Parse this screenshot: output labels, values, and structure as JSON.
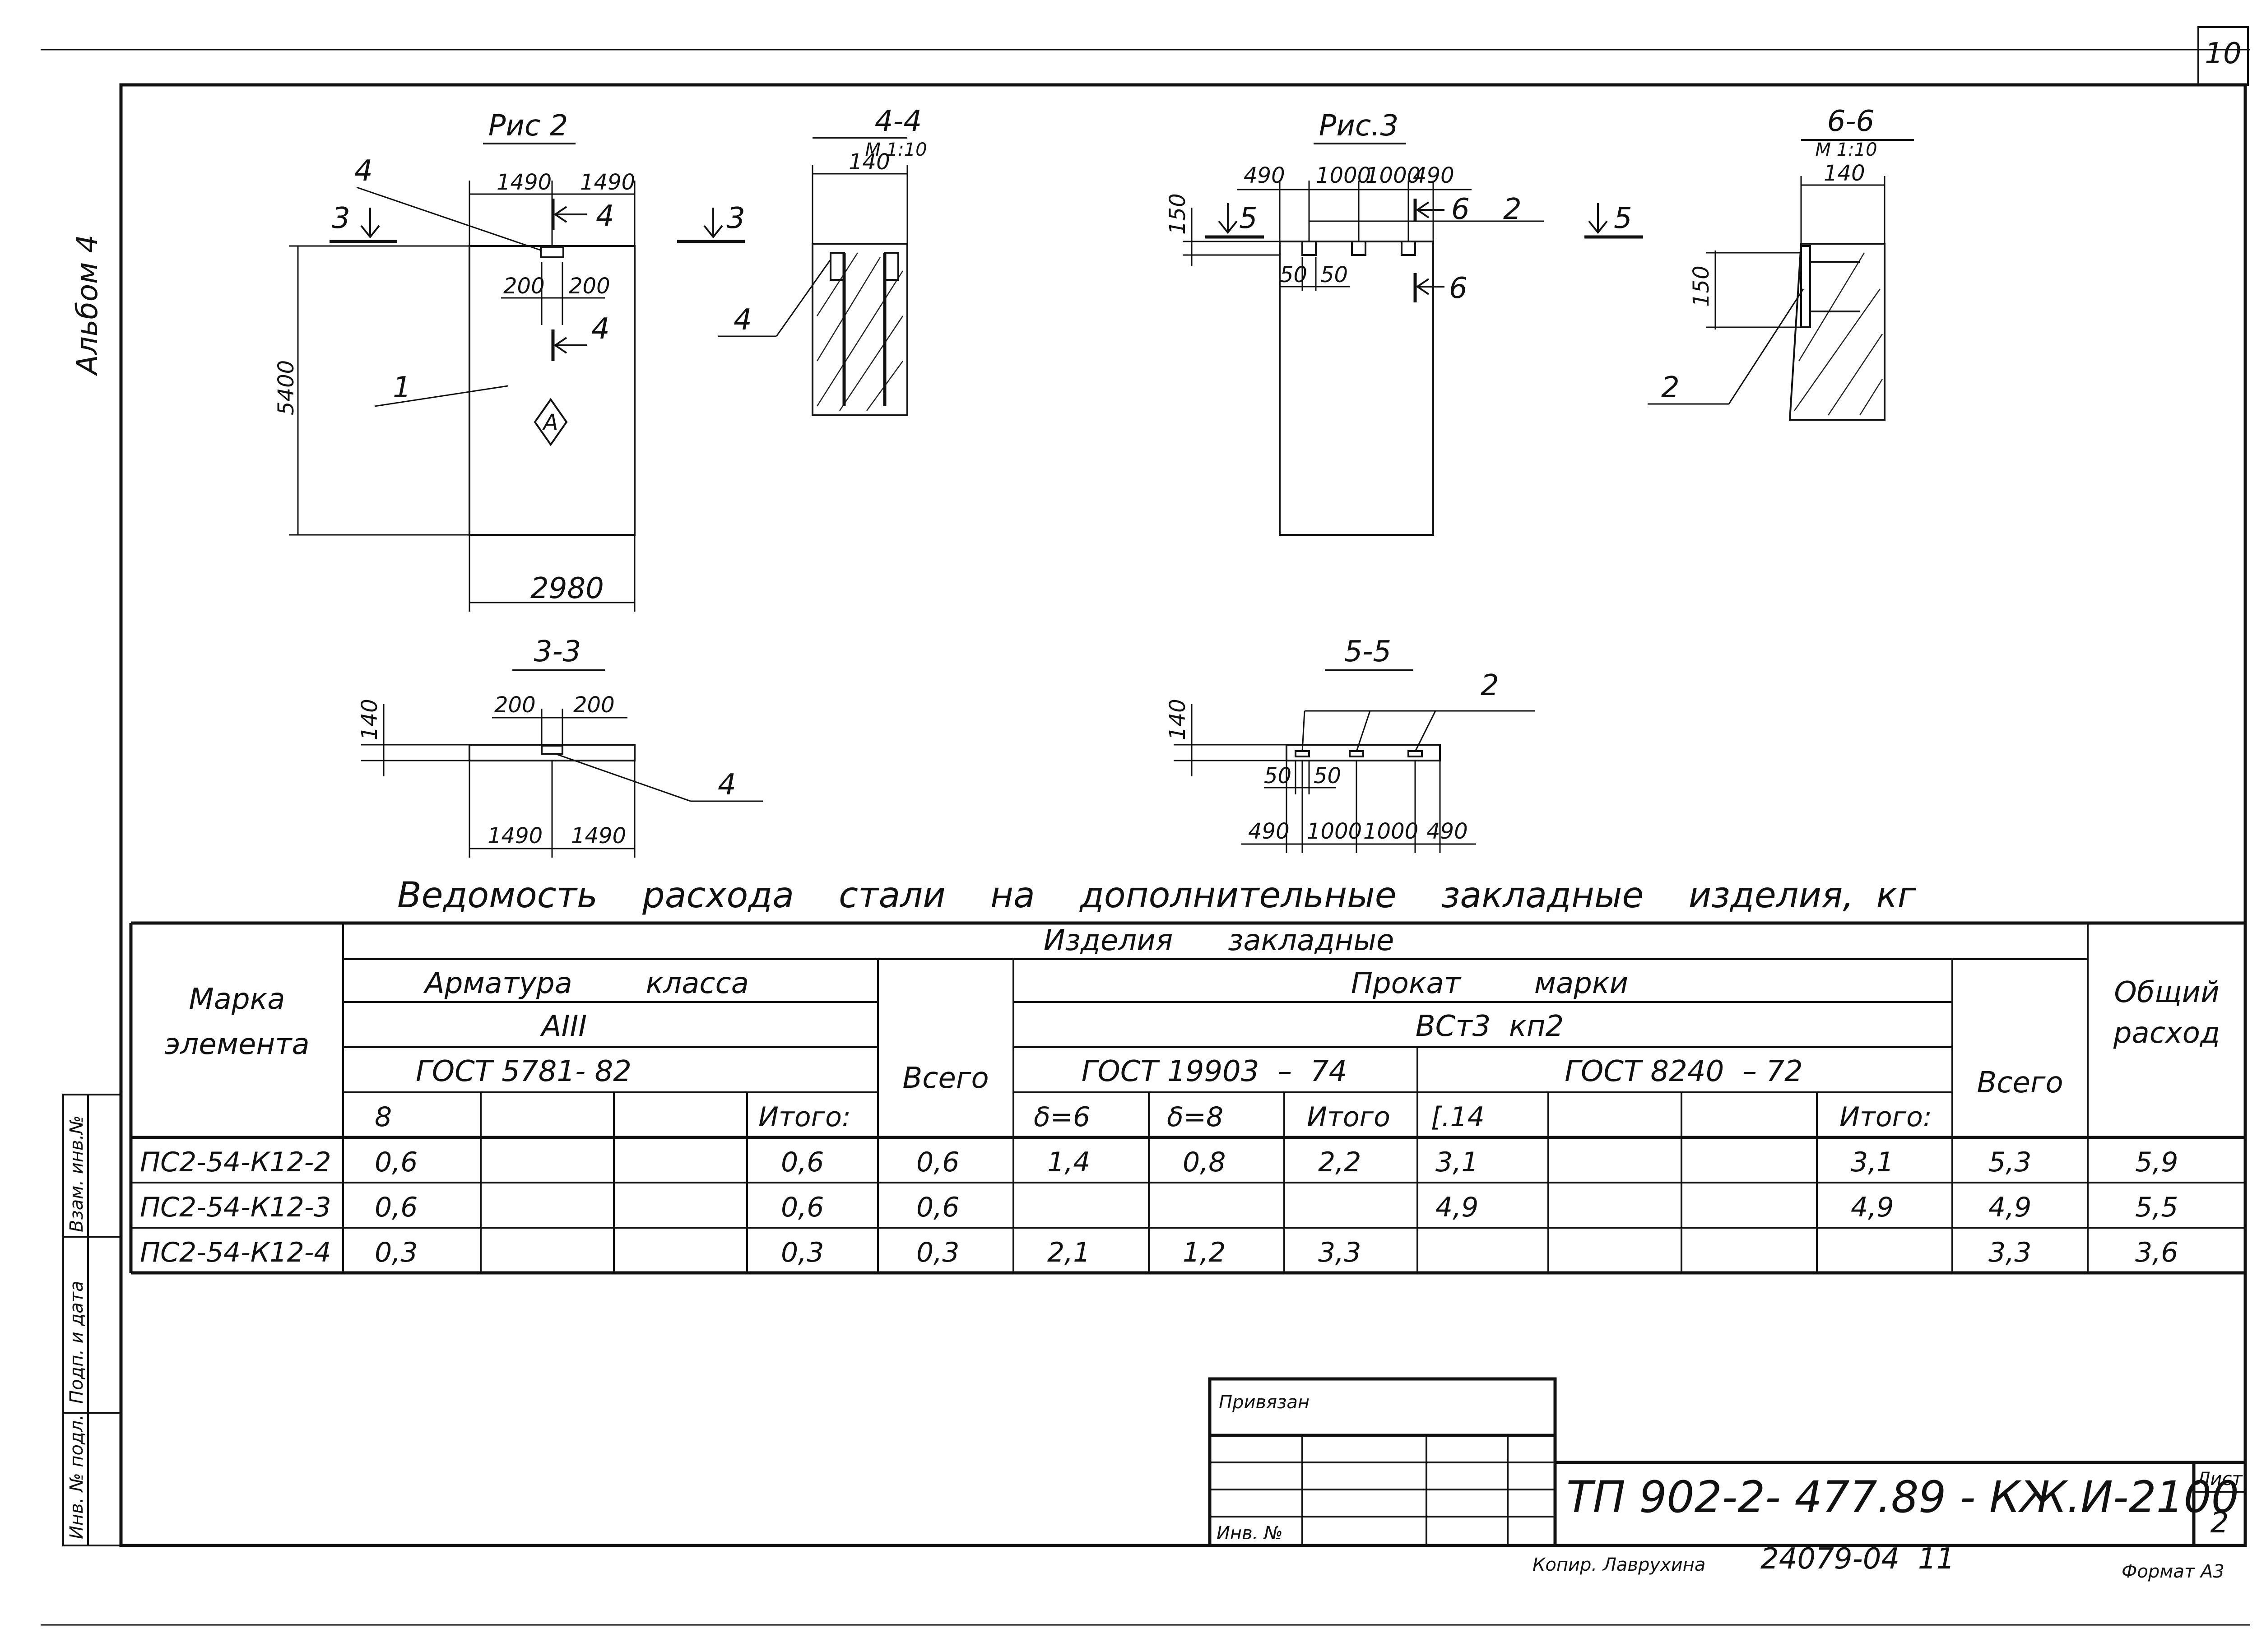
{
  "sheet": {
    "page_number": "10",
    "album": "Альбом 4",
    "list_label": "Лист",
    "list_number": "2",
    "doc_code": "ТП 902-2- 477.89 - КЖ.И-2100",
    "copy_label": "Копир. Лаврухина",
    "order_number": "24079-04  11",
    "format": "Формат А3",
    "privyazan": "Привязан",
    "inv_no": "Инв. №",
    "side_stamps": [
      "Инв. № подл.",
      "Подп. и дата",
      "Взам. инв.№"
    ]
  },
  "drawings": {
    "fig2": {
      "title": "Рис 2",
      "dims": {
        "top_left": "1490",
        "top_right": "1490",
        "gap_left": "200",
        "gap_right": "200",
        "height": "5400",
        "width": "2980"
      },
      "labels": {
        "pos1": "1",
        "pos4": "4",
        "mark": "А",
        "sec3": "3",
        "sec4a": "4",
        "sec4b": "4",
        "sec3r": "3"
      }
    },
    "sec44": {
      "title": "4-4",
      "scale": "М 1:10",
      "dim_width": "140",
      "pos": "4"
    },
    "fig3": {
      "title": "Рис.3",
      "dims": {
        "d1": "490",
        "d2": "1000",
        "d3": "1000",
        "d4": "490",
        "h": "150",
        "s1": "50",
        "s2": "50"
      },
      "labels": {
        "sec5l": "5",
        "sec6a": "6",
        "sec6b": "6",
        "pos2": "2",
        "sec5r": "5"
      }
    },
    "sec66": {
      "title": "6-6",
      "scale": "М 1:10",
      "dim_width": "140",
      "dim_h": "150",
      "pos": "2"
    },
    "sec33": {
      "title": "3-3",
      "dims": {
        "t": "140",
        "g1": "200",
        "g2": "200",
        "b1": "1490",
        "b2": "1490"
      },
      "pos": "4"
    },
    "sec55": {
      "title": "5-5",
      "dims": {
        "t": "140",
        "s1": "50",
        "s2": "50",
        "b1": "490",
        "b2": "1000",
        "b3": "1000",
        "b4": "490"
      },
      "pos": "2"
    }
  },
  "table": {
    "title": "Ведомость    расхода    стали    на    дополнительные    закладные    изделия,  кг",
    "header_izdelia": "Изделия      закладные",
    "header_marka": "Марка элемента",
    "header_armatura": "Арматура        класса",
    "header_aiii": "АIII",
    "header_gost5781": "ГОСТ 5781- 82",
    "header_prokat": "Прокат        марки",
    "header_vst3": "ВСт3  кп2",
    "header_gost19903": "ГОСТ 19903  –  74",
    "header_gost8240": "ГОСТ 8240  – 72",
    "header_vsego": "Всего",
    "header_obshchiy": "Общий расход",
    "sub": [
      "8",
      "",
      "",
      "Итого:",
      "δ=6",
      "δ=8",
      "Итого",
      "[.14",
      "",
      "",
      "Итого:"
    ],
    "rows": [
      {
        "mark": "ПС2-54-К12-2",
        "c8": "0,6",
        "a2": "",
        "a3": "",
        "itogo": "0,6",
        "vsego1": "0,6",
        "d6": "1,4",
        "d8": "0,8",
        "itogo2": "2,2",
        "c14": "3,1",
        "b2": "",
        "b3": "",
        "itogo3": "3,1",
        "vsego2": "5,3",
        "total": "5,9"
      },
      {
        "mark": "ПС2-54-К12-3",
        "c8": "0,6",
        "a2": "",
        "a3": "",
        "itogo": "0,6",
        "vsego1": "0,6",
        "d6": "",
        "d8": "",
        "itogo2": "",
        "c14": "4,9",
        "b2": "",
        "b3": "",
        "itogo3": "4,9",
        "vsego2": "4,9",
        "total": "5,5"
      },
      {
        "mark": "ПС2-54-К12-4",
        "c8": "0,3",
        "a2": "",
        "a3": "",
        "itogo": "0,3",
        "vsego1": "0,3",
        "d6": "2,1",
        "d8": "1,2",
        "itogo2": "3,3",
        "c14": "",
        "b2": "",
        "b3": "",
        "itogo3": "",
        "vsego2": "3,3",
        "total": "3,6"
      }
    ]
  }
}
